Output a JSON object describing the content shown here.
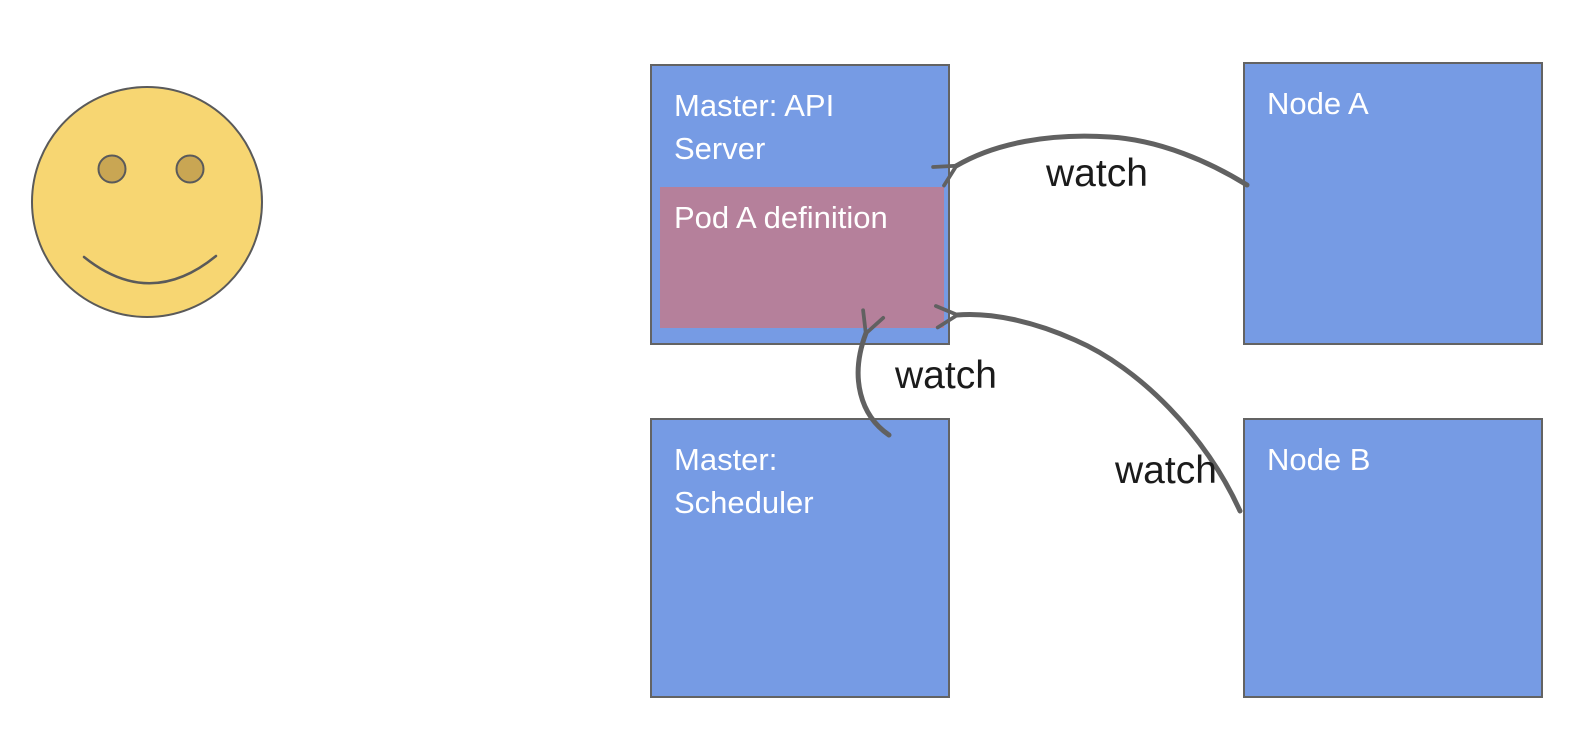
{
  "diagram": {
    "boxes": {
      "master_api": {
        "label": "Master: API Server"
      },
      "pod_a": {
        "label": "Pod A definition"
      },
      "scheduler": {
        "label": "Master: Scheduler"
      },
      "node_a": {
        "label": "Node A"
      },
      "node_b": {
        "label": "Node B"
      }
    },
    "edges": {
      "node_a_to_api_server": {
        "label": "watch"
      },
      "scheduler_to_pod_a": {
        "label": "watch"
      },
      "node_b_to_pod_a": {
        "label": "watch"
      }
    },
    "figures": {
      "smiley": {
        "name": "smiley-face"
      }
    },
    "colors": {
      "box_fill": "#769be4",
      "pod_fill": "#b5809b",
      "box_border": "#636363",
      "box_text": "#ffffff",
      "edge_stroke": "#616161",
      "edge_label_text": "#1b1b1b",
      "face_fill": "#f7d672",
      "face_eye_fill": "#c9a653",
      "face_stroke": "#5a5a5a",
      "background": "#ffffff"
    }
  }
}
